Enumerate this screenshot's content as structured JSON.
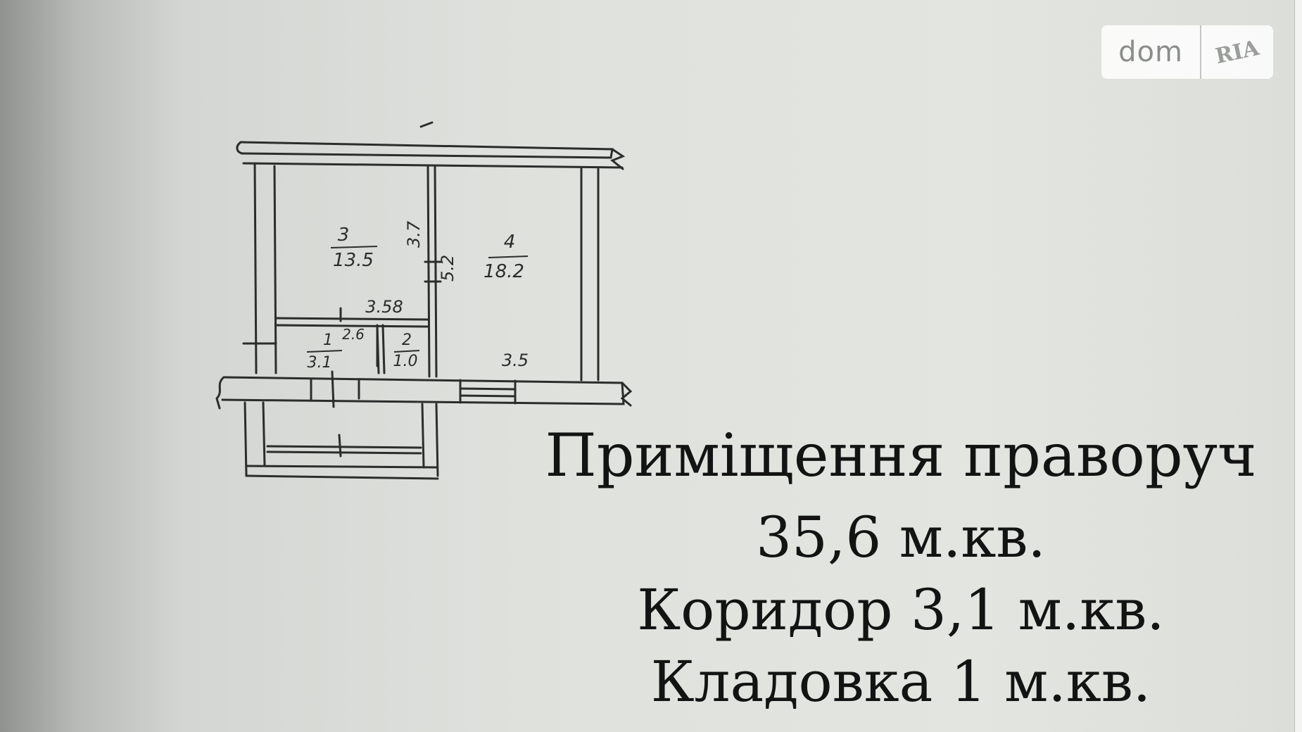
{
  "watermark": {
    "left": "dom",
    "right": "RIA"
  },
  "plan": {
    "rooms": [
      {
        "number": "3",
        "area": "13.5"
      },
      {
        "number": "4",
        "area": "18.2"
      },
      {
        "number": "1",
        "area": "3.1"
      },
      {
        "number": "2",
        "area": "1.0"
      }
    ],
    "dimensions": [
      "3.7",
      "5.2",
      "3.58",
      "2.6",
      "3.5"
    ]
  },
  "caption": {
    "line1": "Приміщення праворуч",
    "line2": "35,6 м.кв.",
    "line3": "Коридор 3,1 м.кв.",
    "line4": "Кладовка 1 м.кв."
  }
}
